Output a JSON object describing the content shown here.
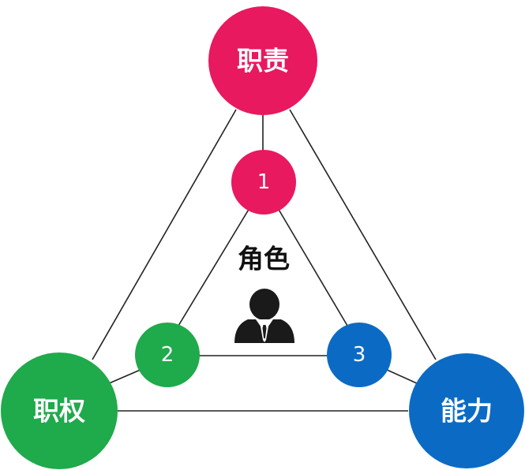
{
  "center": {
    "label": "角色",
    "icon": "person-in-suit-icon"
  },
  "nodes": {
    "top": {
      "label": "职责",
      "color": "#e8195e"
    },
    "left": {
      "label": "职权",
      "color": "#1faa4b"
    },
    "right": {
      "label": "能力",
      "color": "#0b6bc4"
    }
  },
  "inner_nodes": {
    "one": {
      "label": "1",
      "color": "#e8195e"
    },
    "two": {
      "label": "2",
      "color": "#1faa4b"
    },
    "three": {
      "label": "3",
      "color": "#0b6bc4"
    }
  },
  "line_color": "#222222"
}
